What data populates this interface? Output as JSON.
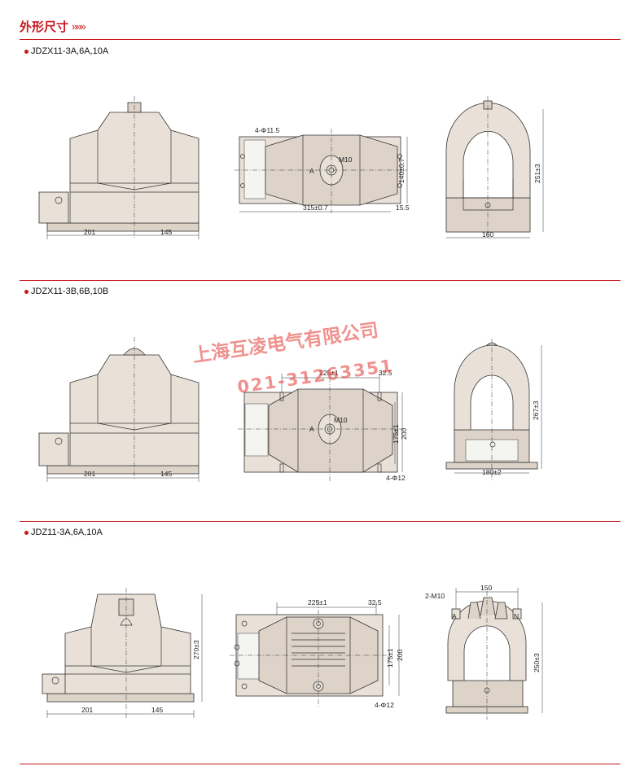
{
  "header": {
    "title": "外形尺寸",
    "chevrons": "»»»"
  },
  "sections": [
    {
      "label": "JDZX11-3A,6A,10A",
      "front": {
        "dim_left": "201",
        "dim_right": "145"
      },
      "top": {
        "holes": "4-Φ11.5",
        "bolt": "M10",
        "width": "315±0.7",
        "depth": "140±0.7",
        "edge": "15.5",
        "mark": "A"
      },
      "side": {
        "height": "251±3",
        "width": "160"
      }
    },
    {
      "label": "JDZX11-3B,6B,10B",
      "front": {
        "dim_left": "201",
        "dim_right": "145"
      },
      "top": {
        "span": "225±1",
        "edge": "32.5",
        "bolt": "M10",
        "depth_inner": "175±1",
        "depth": "200",
        "holes": "4-Φ12",
        "mark": "A"
      },
      "side": {
        "height": "267±3",
        "width": "180±2"
      }
    },
    {
      "label": "JDZ11-3A,6A,10A",
      "front": {
        "dim_left": "201",
        "dim_right": "145",
        "height": "270±3"
      },
      "top": {
        "span": "225±1",
        "edge": "32.5",
        "depth_inner": "175±1",
        "depth": "200",
        "holes": "4-Φ12"
      },
      "side": {
        "bolt": "2-M10",
        "width": "150",
        "term_a": "A",
        "term_n": "N",
        "height": "250±3"
      }
    }
  ],
  "watermark": {
    "company": "上海互凌电气有限公司",
    "phone": "021-31263351"
  }
}
